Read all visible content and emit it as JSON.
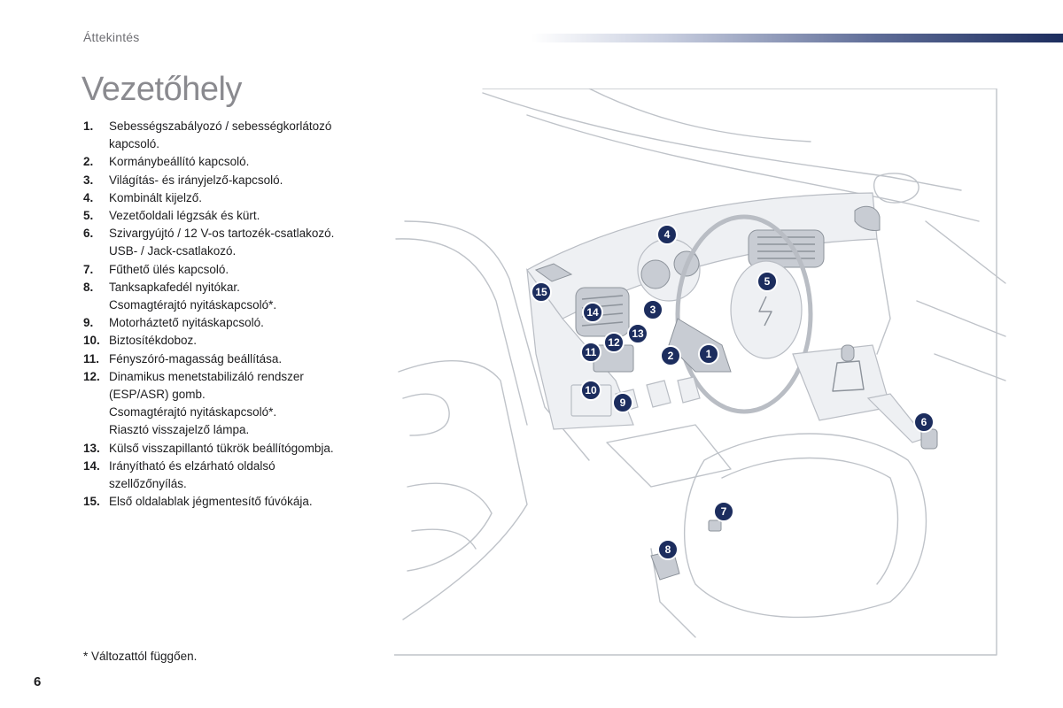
{
  "header": {
    "section_label": "Áttekintés",
    "page_title": "Vezetőhely"
  },
  "legend": {
    "items": [
      {
        "number": "1.",
        "text": "Sebességszabályozó / sebességkorlátozó\nkapcsoló."
      },
      {
        "number": "2.",
        "text": "Kormánybeállító kapcsoló."
      },
      {
        "number": "3.",
        "text": "Világítás- és irányjelző-kapcsoló."
      },
      {
        "number": "4.",
        "text": "Kombinált kijelző."
      },
      {
        "number": "5.",
        "text": "Vezetőoldali légzsák és kürt."
      },
      {
        "number": "6.",
        "text": "Szivargyújtó / 12 V-os tartozék-csatlakozó.\nUSB- / Jack-csatlakozó."
      },
      {
        "number": "7.",
        "text": "Fűthető ülés kapcsoló."
      },
      {
        "number": "8.",
        "text": "Tanksapkafedél nyitókar.\nCsomagtérajtó nyitáskapcsoló*."
      },
      {
        "number": "9.",
        "text": "Motorháztető nyitáskapcsoló."
      },
      {
        "number": "10.",
        "text": "Biztosítékdoboz."
      },
      {
        "number": "11.",
        "text": "Fényszóró-magasság beállítása."
      },
      {
        "number": "12.",
        "text": "Dinamikus menetstabilizáló rendszer\n(ESP/ASR) gomb.\nCsomagtérajtó nyitáskapcsoló*.\nRiasztó visszajelző lámpa."
      },
      {
        "number": "13.",
        "text": "Külső visszapillantó tükrök beállítógombja."
      },
      {
        "number": "14.",
        "text": "Irányítható és elzárható oldalsó\nszellőzőnyílás."
      },
      {
        "number": "15.",
        "text": "Első oldalablak jégmentesítő fúvókája."
      }
    ]
  },
  "footnote": "* Változattól függően.",
  "page_number": "6",
  "illustration": {
    "callouts": [
      "1",
      "2",
      "3",
      "4",
      "5",
      "6",
      "7",
      "8",
      "9",
      "10",
      "11",
      "12",
      "13",
      "14",
      "15"
    ]
  },
  "colors": {
    "accent_navy": "#1c2d5e",
    "title_gray": "#8a8a8f",
    "line_gray": "#bfc3c9"
  }
}
